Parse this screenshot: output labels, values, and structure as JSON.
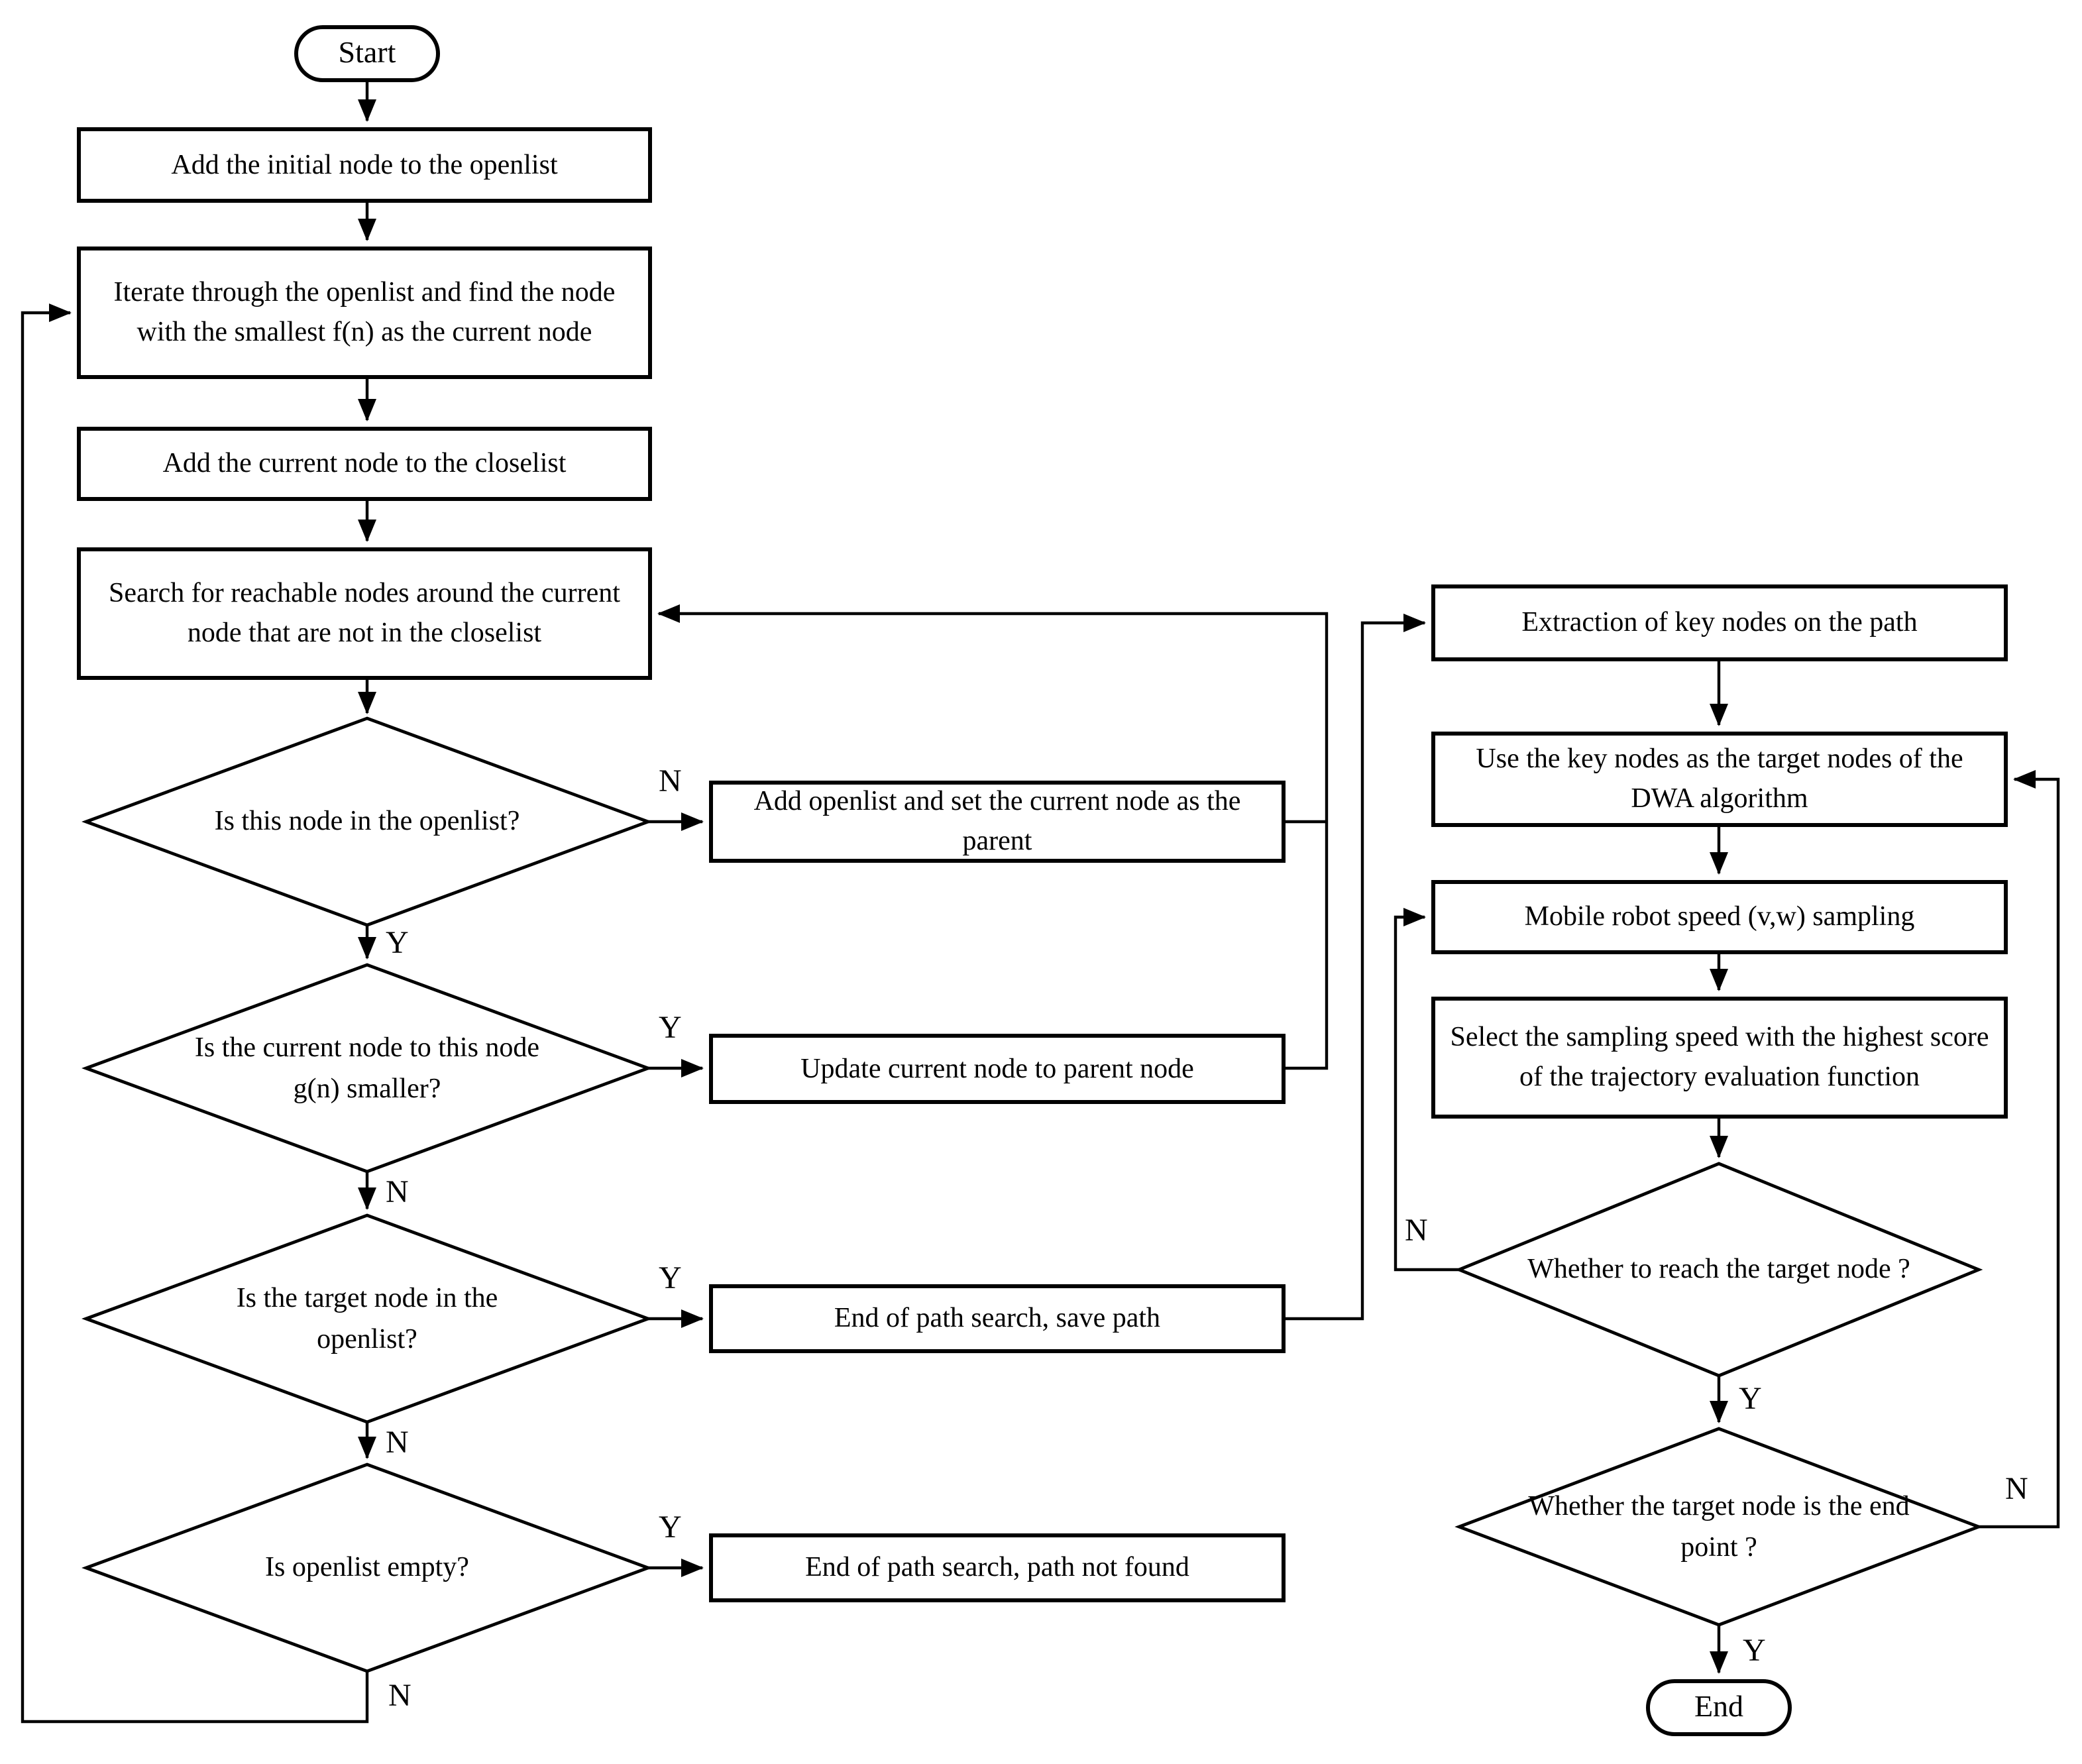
{
  "title": "A-star with DWA path planning flowchart",
  "colors": {
    "ink": "#000000",
    "background": "#ffffff"
  },
  "terminals": {
    "start": "Start",
    "end": "End"
  },
  "astar": {
    "add_initial": "Add the initial node to the openlist",
    "iterate": "Iterate through the openlist and find the node with the smallest f(n) as the current node",
    "add_closelist": "Add the current node to the closelist",
    "search_reachable": "Search for reachable nodes around the current node that are not in the closelist",
    "decision_in_openlist": "Is this node in the openlist?",
    "decision_gn_smaller": "Is the current node to this node g(n) smaller?",
    "decision_target_in_openlist": "Is the target node in the openlist?",
    "decision_openlist_empty": "Is openlist empty?",
    "add_openlist_parent": "Add openlist and set the current node as the parent",
    "update_parent": "Update current node to parent node",
    "end_save_path": "End of path search, save path",
    "end_not_found": "End of path search, path not found"
  },
  "dwa": {
    "extract_key_nodes": "Extraction of key nodes on the path",
    "use_key_nodes": "Use the key nodes as the target nodes of the DWA algorithm",
    "speed_sampling": "Mobile robot speed (v,w) sampling",
    "select_speed": "Select the sampling speed with the highest score of the trajectory evaluation function",
    "decision_reach_target": "Whether to reach the target node ?",
    "decision_end_point": "Whether the target node is the end point ?"
  },
  "labels": {
    "yes": "Y",
    "no": "N"
  }
}
